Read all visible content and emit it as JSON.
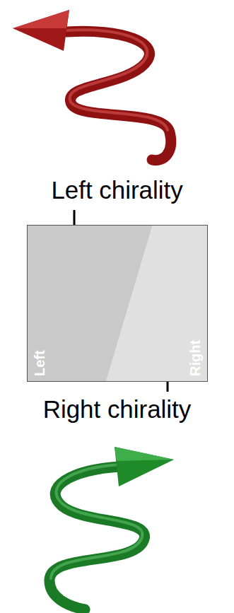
{
  "diagram": {
    "nodes": [
      {
        "text": [
          "Left"
        ]
      },
      {
        "text": [
          "Right"
        ]
      }
    ],
    "labels": [
      "Left chirality",
      "Right chirality"
    ]
  }
}
